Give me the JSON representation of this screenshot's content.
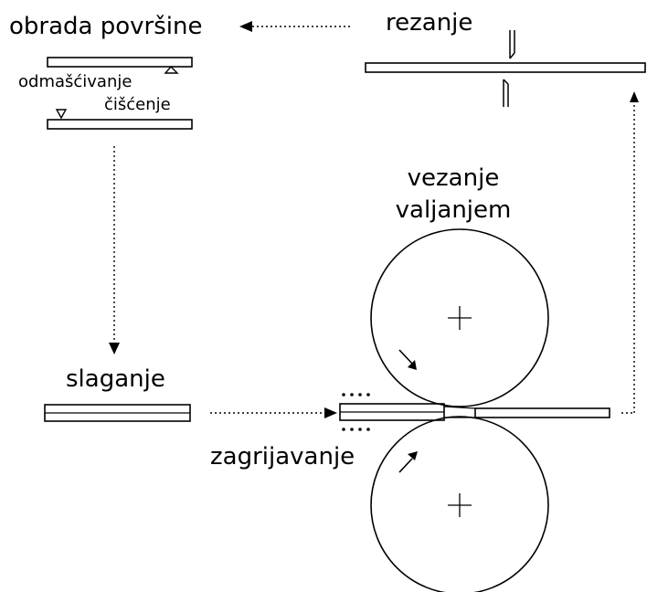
{
  "labels": {
    "surface_treatment": "obrada površine",
    "degreasing": "odmašćivanje",
    "cleaning": "čišćenje",
    "cutting": "rezanje",
    "roll_bonding_line1": "vezanje",
    "roll_bonding_line2": "valjanjem",
    "stacking": "slaganje",
    "heating": "zagrijavanje"
  },
  "colors": {
    "ink": "#000000",
    "background": "#ffffff"
  }
}
